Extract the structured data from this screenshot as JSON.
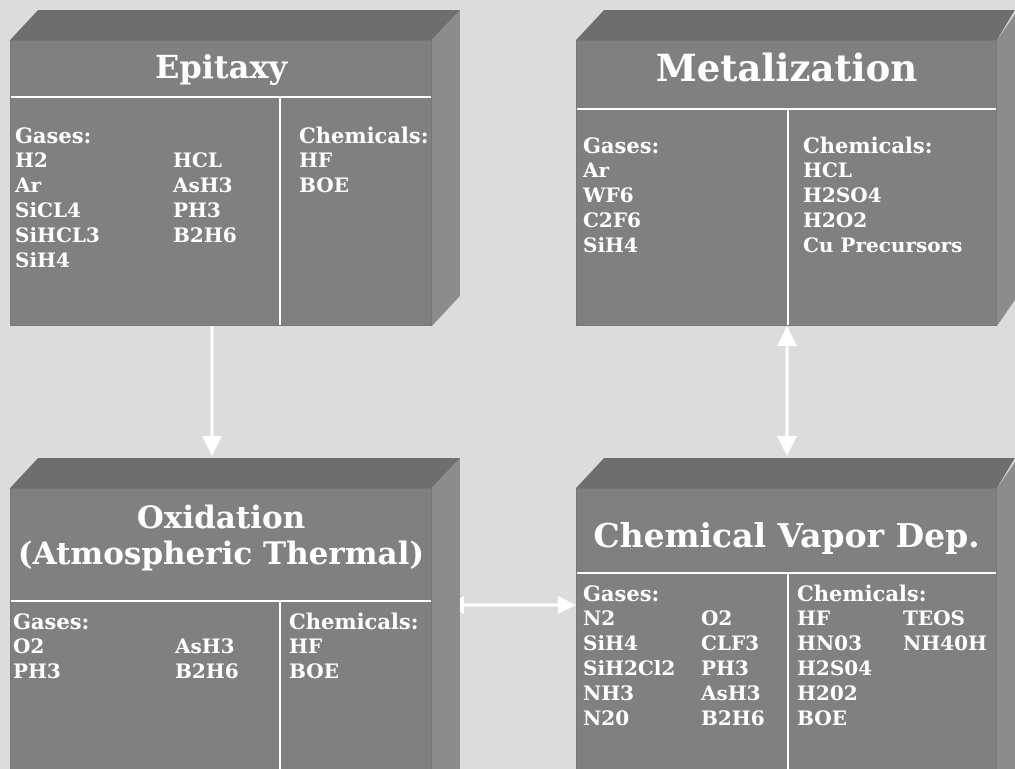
{
  "epitaxy": {
    "title": "Epitaxy",
    "gases_label": "Gases:",
    "gases_col1": [
      "H2",
      "Ar",
      "SiCL4",
      "SiHCL3",
      "SiH4"
    ],
    "gases_col2": [
      "HCL",
      "AsH3",
      "PH3",
      "B2H6"
    ],
    "chemicals_label": "Chemicals:",
    "chemicals": [
      "HF",
      "BOE"
    ]
  },
  "metalization": {
    "title": "Metalization",
    "gases_label": "Gases:",
    "gases": [
      "Ar",
      "WF6",
      "C2F6",
      "SiH4"
    ],
    "chemicals_label": "Chemicals:",
    "chemicals": [
      "HCL",
      "H2SO4",
      "H2O2",
      "Cu Precursors"
    ]
  },
  "oxidation": {
    "title_line1": "Oxidation",
    "title_line2": "(Atmospheric Thermal)",
    "gases_label": "Gases:",
    "gases_col1": [
      "O2",
      "PH3"
    ],
    "gases_col2": [
      "AsH3",
      "B2H6"
    ],
    "chemicals_label": "Chemicals:",
    "chemicals": [
      "HF",
      "BOE"
    ]
  },
  "cvd": {
    "title": "Chemical Vapor Dep.",
    "gases_label": "Gases:",
    "gases_col1": [
      "N2",
      "SiH4",
      "SiH2Cl2",
      "NH3",
      "N20"
    ],
    "gases_col2": [
      "O2",
      "CLF3",
      "PH3",
      "AsH3",
      "B2H6"
    ],
    "chemicals_label": "Chemicals:",
    "chemicals_col1": [
      "HF",
      "HN03",
      "H2S04",
      "H202",
      "BOE"
    ],
    "chemicals_col2": [
      "TEOS",
      "NH40H"
    ]
  }
}
